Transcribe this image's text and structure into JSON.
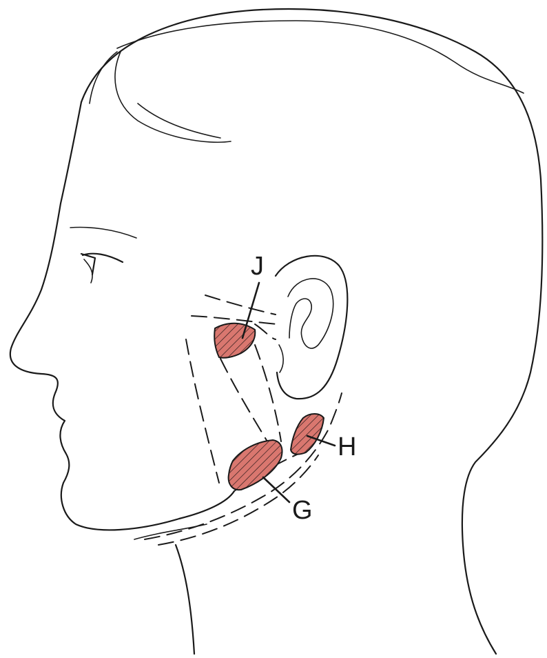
{
  "labels": {
    "J": "J",
    "H": "H",
    "G": "G"
  },
  "colors": {
    "zone_fill": "#d9776f",
    "line": "#1a1a1a",
    "background": "#ffffff"
  }
}
